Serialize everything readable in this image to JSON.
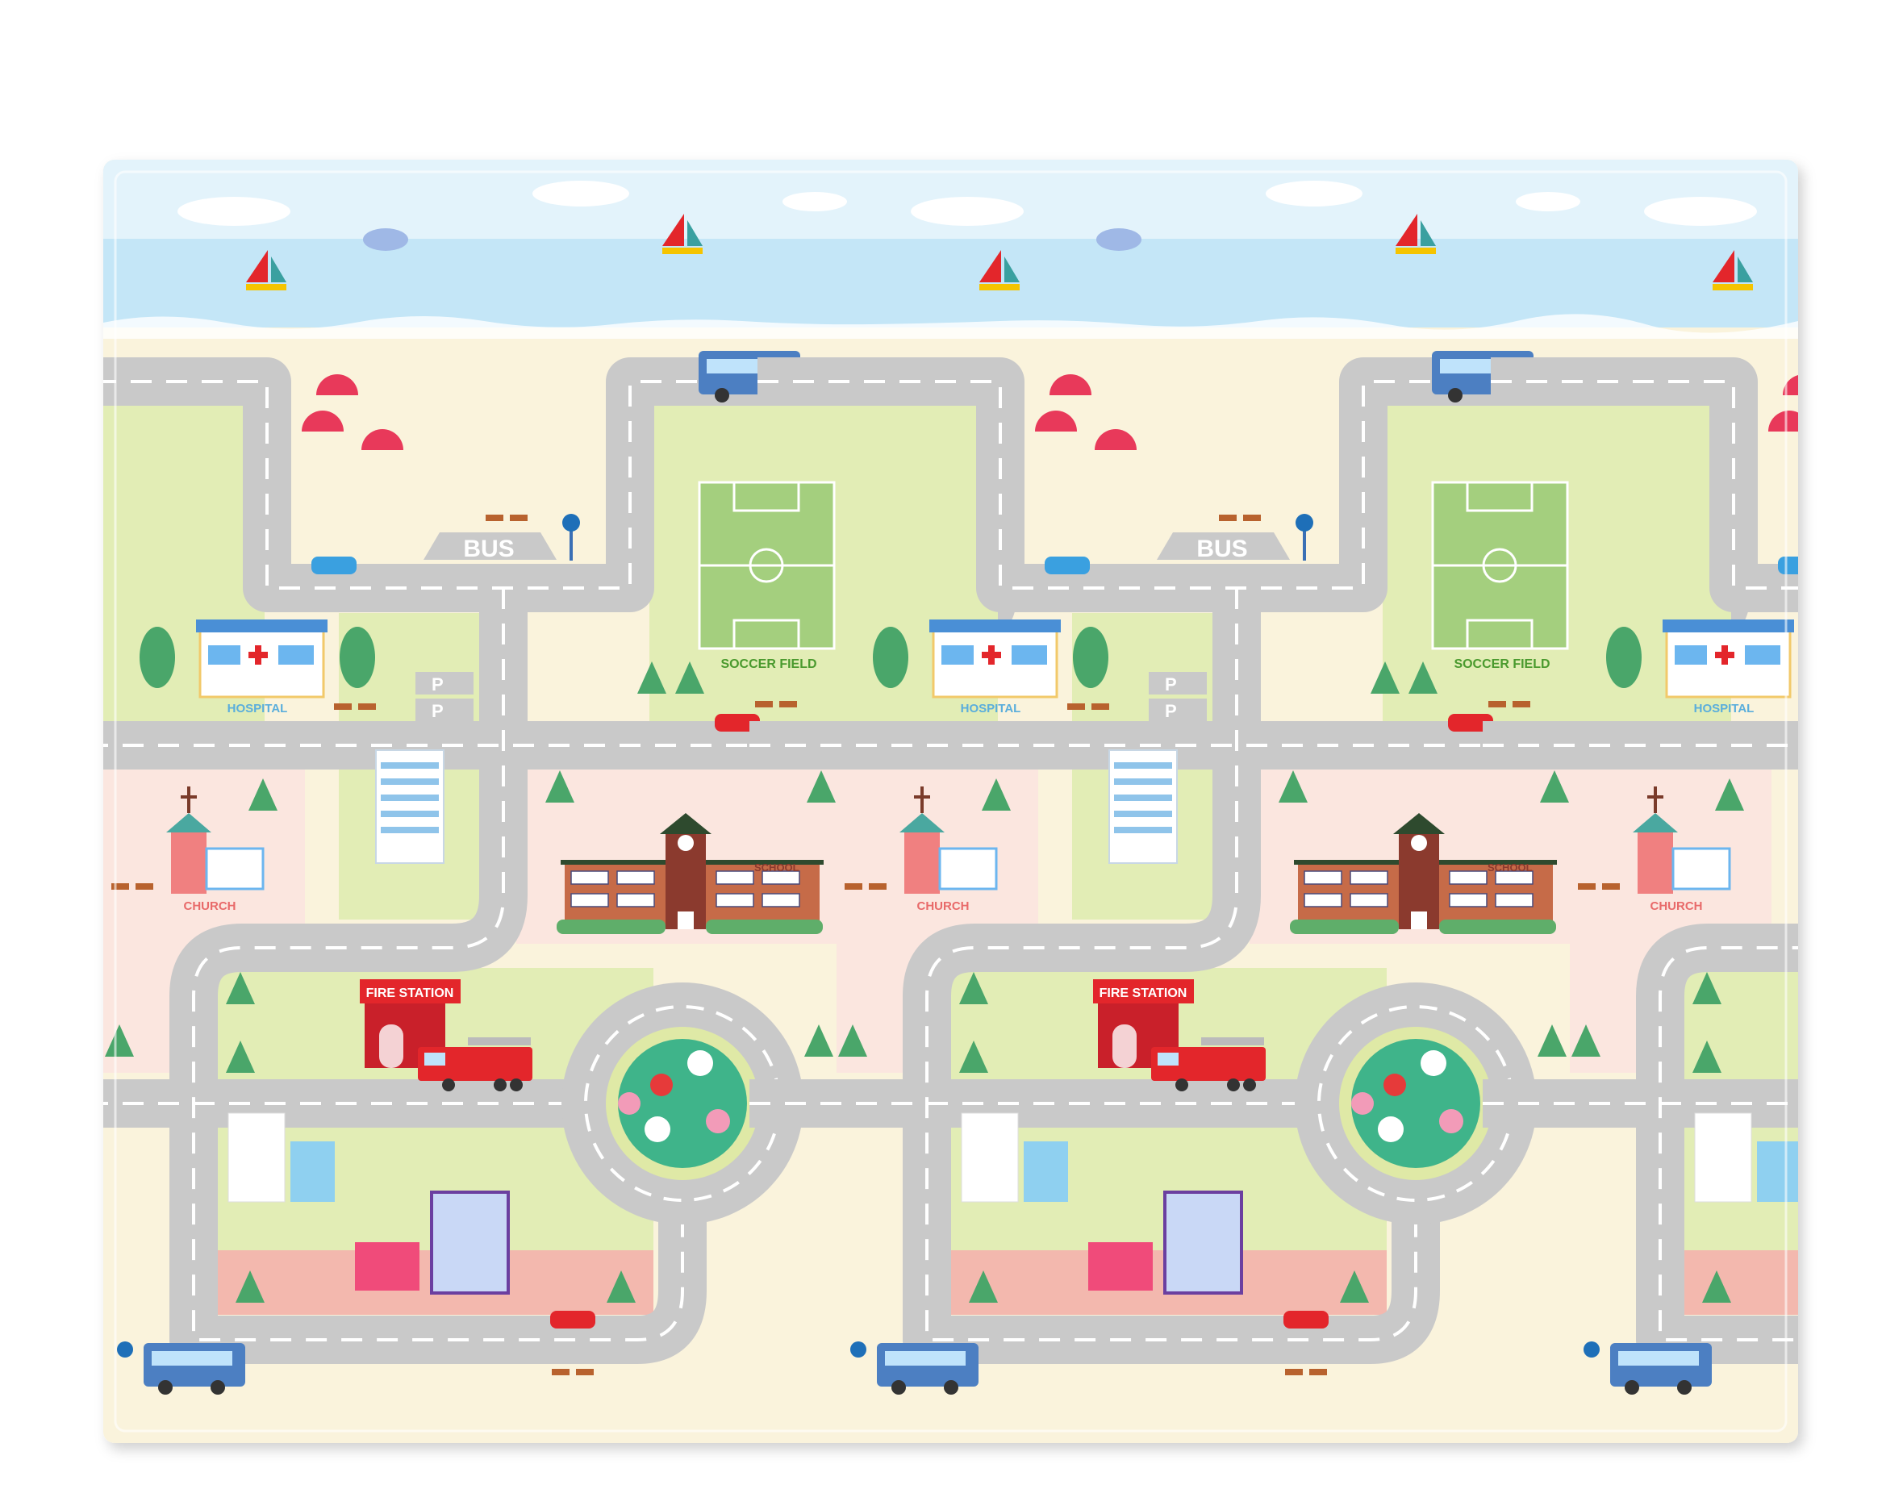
{
  "title": "City road play mat",
  "labels": {
    "bus": "BUS",
    "bus_stop": "BUS",
    "soccer_field": "SOCCER FIELD",
    "hospital": "HOSPITAL",
    "church": "CHURCH",
    "school": "SCHOOL",
    "fire_station": "FIRE STATION",
    "parking": "P"
  },
  "colors": {
    "sky": "#e3f3fb",
    "sea": "#c4e6f7",
    "sand": "#faf3dc",
    "grass": "#e2edb5",
    "plaza": "#fbe6df",
    "road": "#c9c9c9",
    "soccer": "#a4cf7e",
    "fire_red": "#e3262b",
    "bus_blue": "#4c7fc2",
    "hospital_label": "#5aaedc",
    "church_label": "#e86a6a",
    "school_brick": "#c66b48"
  }
}
